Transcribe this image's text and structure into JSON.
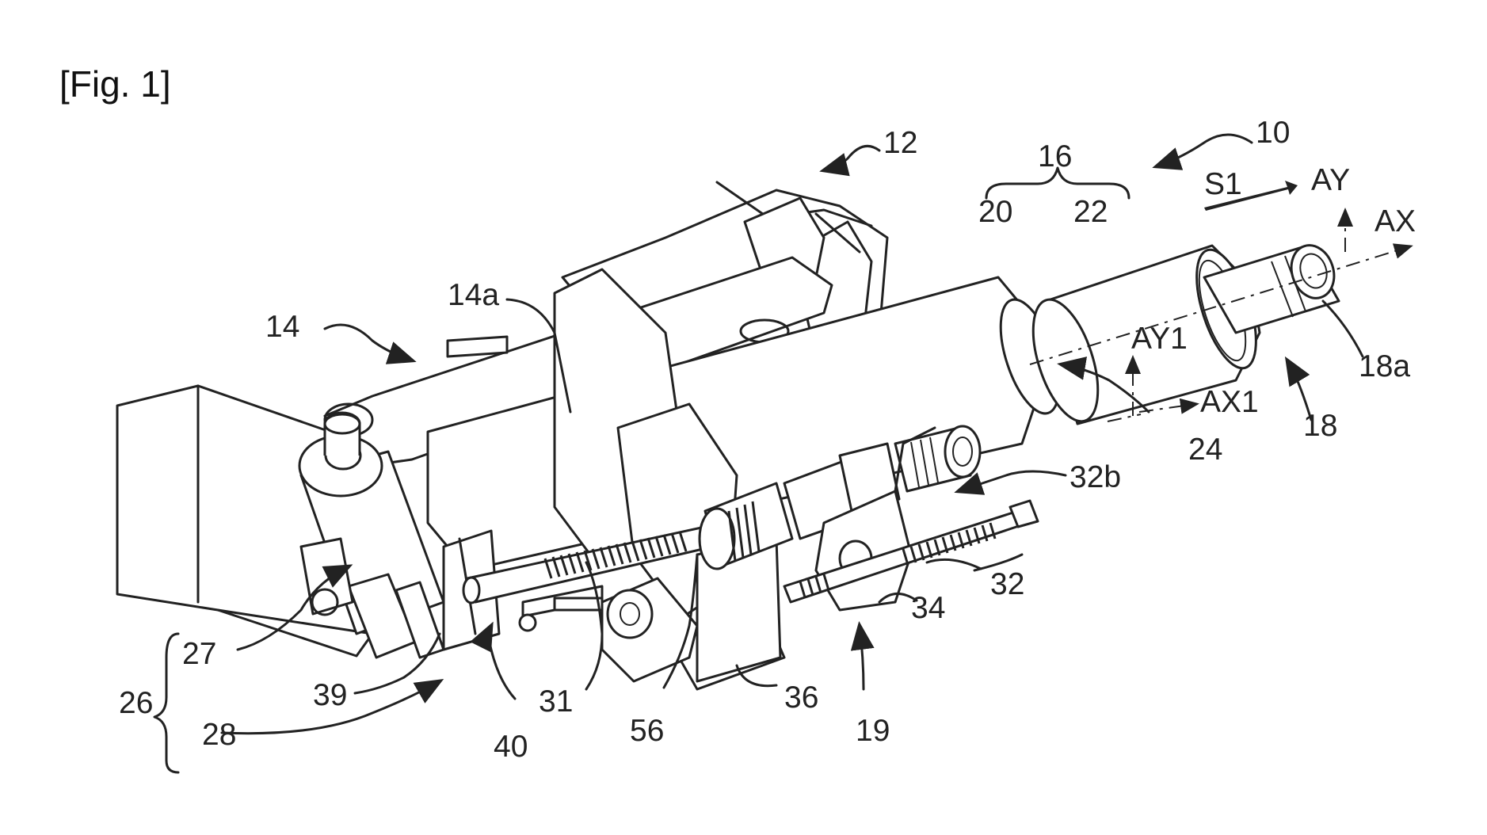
{
  "figure": {
    "title": "[Fig. 1]"
  },
  "labels": {
    "l10": "10",
    "l12": "12",
    "l14": "14",
    "l14a": "14a",
    "l16": "16",
    "l18": "18",
    "l18a": "18a",
    "l19": "19",
    "l20": "20",
    "l22": "22",
    "l24": "24",
    "l26": "26",
    "l27": "27",
    "l28": "28",
    "l31": "31",
    "l32": "32",
    "l32b": "32b",
    "l34": "34",
    "l36": "36",
    "l39": "39",
    "l40": "40",
    "l56": "56",
    "S1": "S1",
    "AY": "AY",
    "AX": "AX",
    "AY1": "AY1",
    "AX1": "AX1"
  }
}
